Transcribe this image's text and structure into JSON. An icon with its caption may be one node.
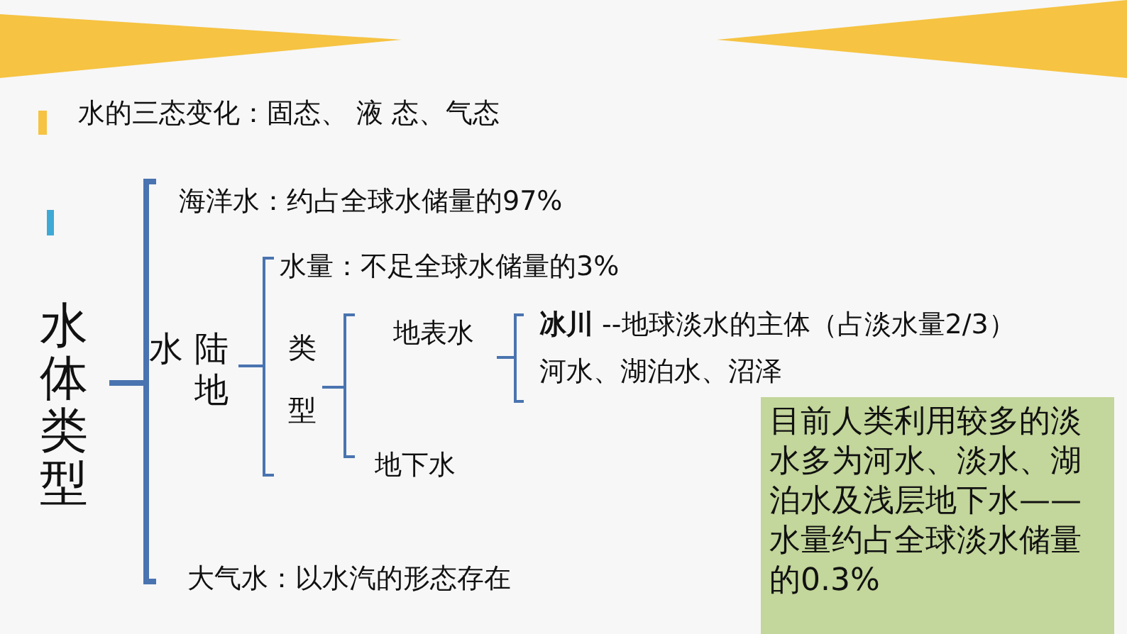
{
  "diagram": {
    "nodes": [
      {
        "text": [
          "目前人类利用较多的淡水多为河水、淡水、湖泊水及浅层地下水——水量约占全球淡水储量的0.3%"
        ]
      }
    ],
    "labels": [
      "水的三态变化：固态、 液 态、气态",
      "水体类型",
      "海洋水：约占全球水储量的97%",
      "水陆地",
      "水量：不足全球水储量的3%",
      "类型",
      "地表水",
      "地下水",
      "**冰川** --地球淡水的主体（占淡水量2/3）",
      "河水、湖泊水、沼泽",
      "大气水：以水汽的形态存在"
    ]
  }
}
